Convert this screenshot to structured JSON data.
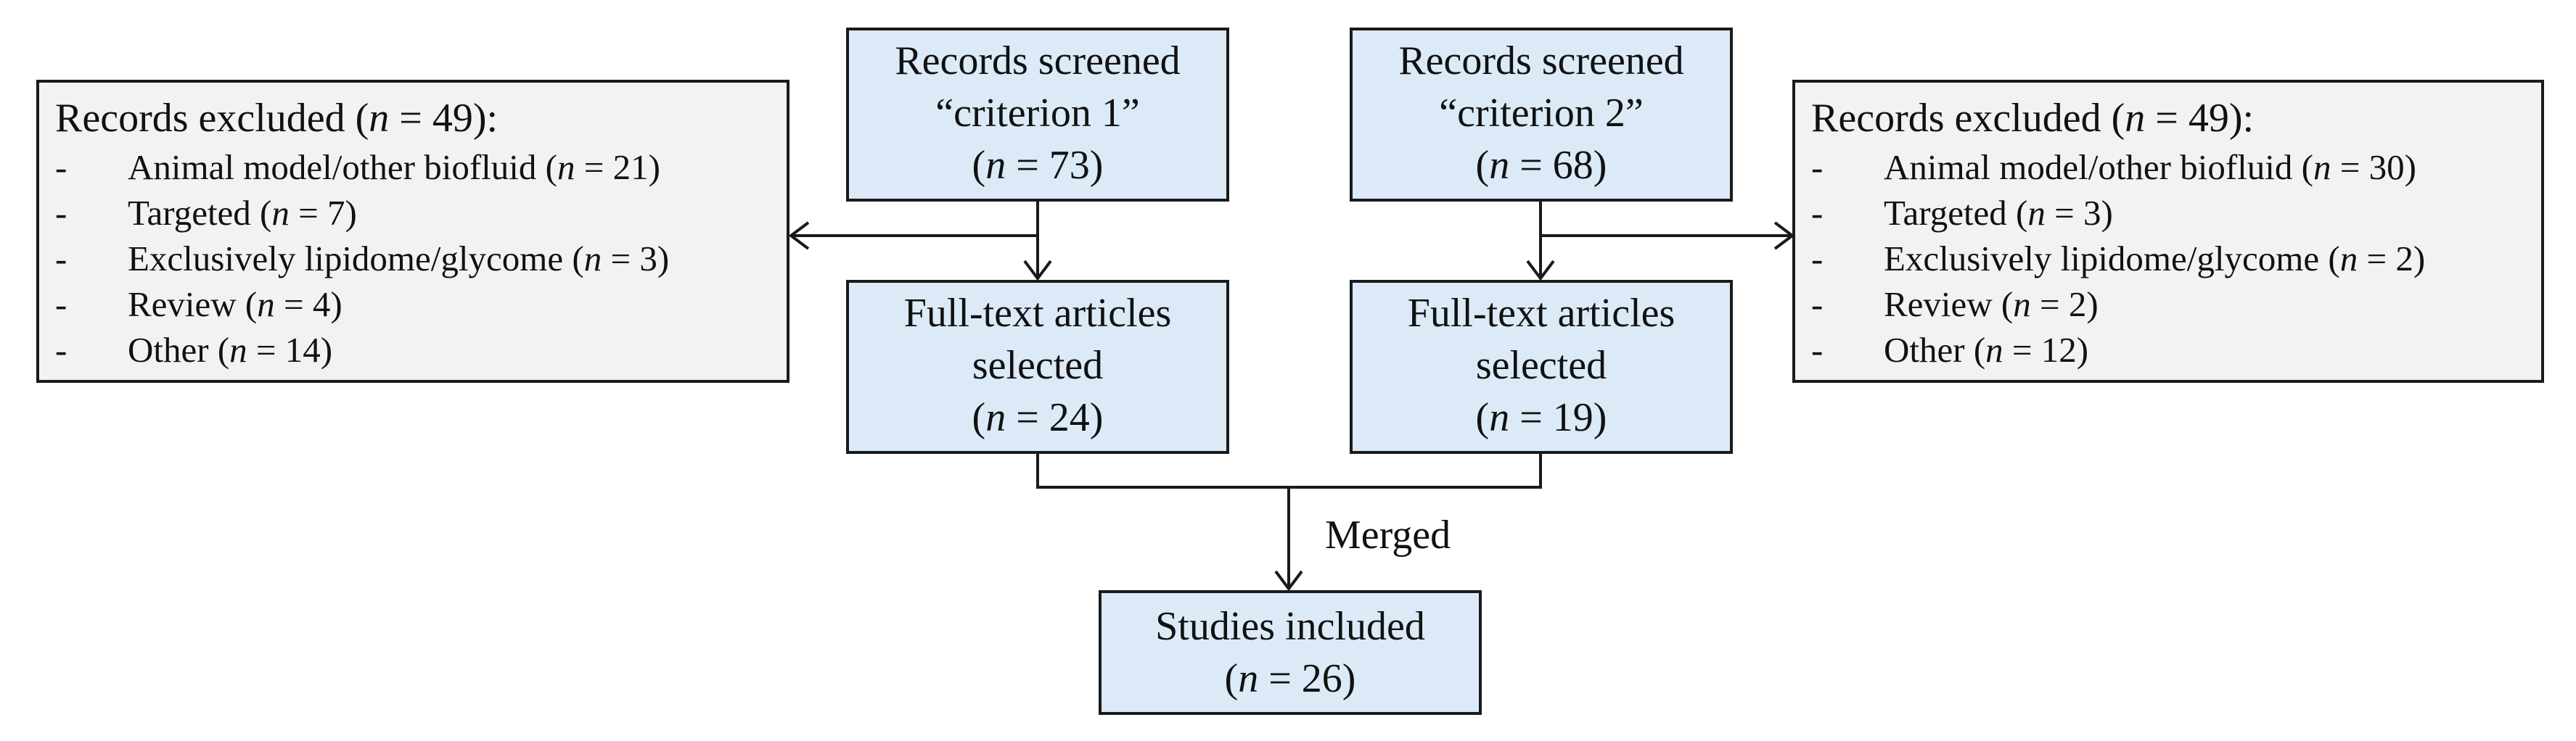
{
  "excluded_left": {
    "head_prefix": "Records excluded (",
    "n": "n",
    "head_suffix": " = 49):",
    "items": [
      {
        "dash": "-",
        "text": "Animal model/other biofluid (",
        "n": "n",
        "suffix": " = 21)"
      },
      {
        "dash": "-",
        "text": "Targeted (",
        "n": "n",
        "suffix": " = 7)"
      },
      {
        "dash": "-",
        "text": "Exclusively lipidome/glycome (",
        "n": "n",
        "suffix": " = 3)"
      },
      {
        "dash": "-",
        "text": "Review (",
        "n": "n",
        "suffix": " = 4)"
      },
      {
        "dash": "-",
        "text": "Other (",
        "n": "n",
        "suffix": " = 14)"
      }
    ]
  },
  "excluded_right": {
    "head_prefix": "Records excluded (",
    "n": "n",
    "head_suffix": " = 49):",
    "items": [
      {
        "dash": "-",
        "text": "Animal model/other biofluid (",
        "n": "n",
        "suffix": " = 30)"
      },
      {
        "dash": "-",
        "text": "Targeted (",
        "n": "n",
        "suffix": " = 3)"
      },
      {
        "dash": "-",
        "text": "Exclusively lipidome/glycome (",
        "n": "n",
        "suffix": " = 2)"
      },
      {
        "dash": "-",
        "text": "Review (",
        "n": "n",
        "suffix": " = 2)"
      },
      {
        "dash": "-",
        "text": "Other (",
        "n": "n",
        "suffix": " = 12)"
      }
    ]
  },
  "screened_1": {
    "line1": "Records screened",
    "line2": "“criterion 1”",
    "open": "(",
    "n": "n",
    "count": " = 73)"
  },
  "screened_2": {
    "line1": "Records screened",
    "line2": "“criterion 2”",
    "open": "(",
    "n": "n",
    "count": " = 68)"
  },
  "fulltext_1": {
    "line1": "Full-text articles",
    "line2": "selected",
    "open": "(",
    "n": "n",
    "count": " = 24)"
  },
  "fulltext_2": {
    "line1": "Full-text articles",
    "line2": "selected",
    "open": "(",
    "n": "n",
    "count": " = 19)"
  },
  "merged_label": "Merged",
  "included": {
    "line1": "Studies included",
    "open": "(",
    "n": "n",
    "count": " = 26)"
  }
}
